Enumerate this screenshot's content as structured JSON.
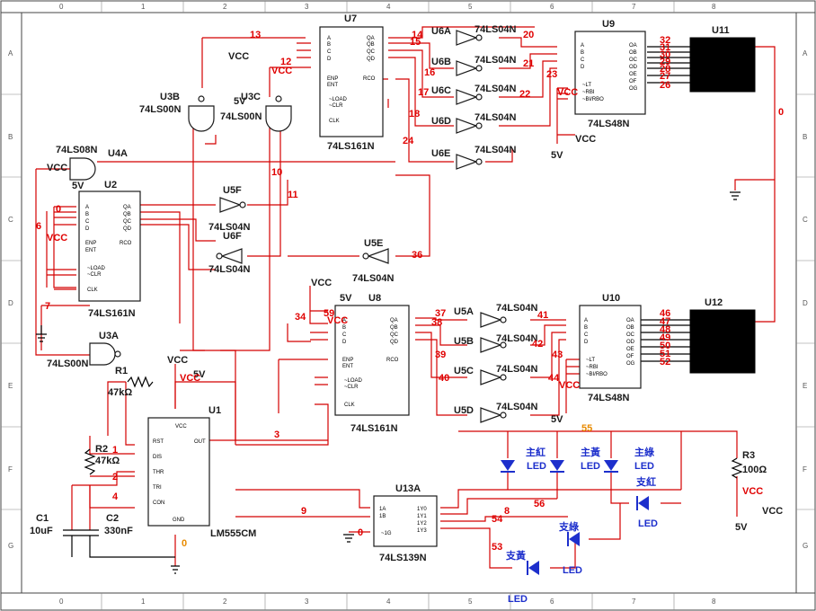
{
  "frame": {
    "columns": [
      "0",
      "1",
      "2",
      "3",
      "4",
      "5",
      "6",
      "7",
      "8"
    ],
    "rows": [
      "A",
      "B",
      "C",
      "D",
      "E",
      "F",
      "G"
    ]
  },
  "parts": {
    "U7": {
      "ref": "U7",
      "type": "74LS161N"
    },
    "U8": {
      "ref": "U8",
      "type": "74LS161N"
    },
    "U2": {
      "ref": "U2",
      "type": "74LS161N"
    },
    "U9": {
      "ref": "U9",
      "type": "74LS48N"
    },
    "U10": {
      "ref": "U10",
      "type": "74LS48N"
    },
    "U11": {
      "ref": "U11"
    },
    "U12": {
      "ref": "U12"
    },
    "U1": {
      "ref": "U1",
      "type": "LM555CM"
    },
    "U13A": {
      "ref": "U13A",
      "type": "74LS139N"
    },
    "U3B": {
      "ref": "U3B",
      "type": "74LS00N"
    },
    "U3C": {
      "ref": "U3C",
      "type": "74LS00N"
    },
    "U3A": {
      "ref": "U3A",
      "type": "74LS00N"
    },
    "U4A": {
      "ref": "U4A",
      "type": "74LS08N"
    },
    "U6A": {
      "ref": "U6A",
      "type": "74LS04N"
    },
    "U6B": {
      "ref": "U6B",
      "type": "74LS04N"
    },
    "U6C": {
      "ref": "U6C",
      "type": "74LS04N"
    },
    "U6D": {
      "ref": "U6D",
      "type": "74LS04N"
    },
    "U6E": {
      "ref": "U6E",
      "type": "74LS04N"
    },
    "U5A": {
      "ref": "U5A",
      "type": "74LS04N"
    },
    "U5B": {
      "ref": "U5B",
      "type": "74LS04N"
    },
    "U5C": {
      "ref": "U5C",
      "type": "74LS04N"
    },
    "U5D": {
      "ref": "U5D",
      "type": "74LS04N"
    },
    "U5E": {
      "ref": "U5E",
      "type": "74LS04N"
    },
    "U5F": {
      "ref": "U5F",
      "type": "74LS04N"
    },
    "U6F": {
      "ref": "U6F",
      "type": "74LS04N"
    }
  },
  "passives": {
    "R1": {
      "ref": "R1",
      "value": "47kΩ"
    },
    "R2": {
      "ref": "R2",
      "value": "47kΩ"
    },
    "R3": {
      "ref": "R3",
      "value": "100Ω"
    },
    "C1": {
      "ref": "C1",
      "value": "10uF"
    },
    "C2": {
      "ref": "C2",
      "value": "330nF"
    }
  },
  "pins": {
    "counter_in": [
      "A",
      "B",
      "C",
      "D",
      "ENP",
      "ENT",
      "~LOAD",
      "~CLR",
      "CLK"
    ],
    "counter_out": [
      "QA",
      "QB",
      "QC",
      "QD",
      "RCO"
    ],
    "decoder_in": [
      "A",
      "B",
      "C",
      "D",
      "~LT",
      "~RBI",
      "~BI/RBO"
    ],
    "decoder_out": [
      "OA",
      "OB",
      "OC",
      "OD",
      "OE",
      "OF",
      "OG"
    ],
    "timer": [
      "VCC",
      "RST",
      "DIS",
      "THR",
      "TRI",
      "CON",
      "GND",
      "OUT"
    ],
    "demux_in": [
      "1A",
      "1B",
      "~1G"
    ],
    "demux_out": [
      "1Y0",
      "1Y1",
      "1Y2",
      "1Y3"
    ]
  },
  "supplies": {
    "vcc": "VCC",
    "v5": "5V"
  },
  "leds": {
    "main_red": "主紅",
    "main_yellow": "主黃",
    "main_green": "主綠",
    "side_red": "支紅",
    "side_green": "支綠",
    "side_yellow": "支黃",
    "led": "LED"
  },
  "nets": {
    "n0": "0",
    "n1": "1",
    "n2": "2",
    "n3": "3",
    "n4": "4",
    "n6": "6",
    "n7": "7",
    "n8": "8",
    "n9": "9",
    "n10": "10",
    "n11": "11",
    "n12": "12",
    "n13": "13",
    "n14": "14",
    "n15": "15",
    "n16": "16",
    "n17": "17",
    "n18": "18",
    "n20": "20",
    "n21": "21",
    "n22": "22",
    "n23": "23",
    "n24": "24",
    "n26": "26",
    "n27": "27",
    "n28": "28",
    "n29": "29",
    "n30": "30",
    "n31": "31",
    "n32": "32",
    "n34": "34",
    "n36": "36",
    "n37": "37",
    "n38": "38",
    "n39": "39",
    "n40": "40",
    "n41": "41",
    "n42": "42",
    "n43": "43",
    "n44": "44",
    "n46": "46",
    "n47": "47",
    "n48": "48",
    "n49": "49",
    "n50": "50",
    "n51": "51",
    "n52": "52",
    "n53": "53",
    "n54": "54",
    "n55": "55",
    "n56": "56",
    "n59": "59"
  },
  "colors": {
    "wire": "#d40000",
    "label_red": "#e00000",
    "label_blue": "#1d2fcc",
    "part": "#1a1a1a",
    "net_orange": "#e88a00"
  }
}
